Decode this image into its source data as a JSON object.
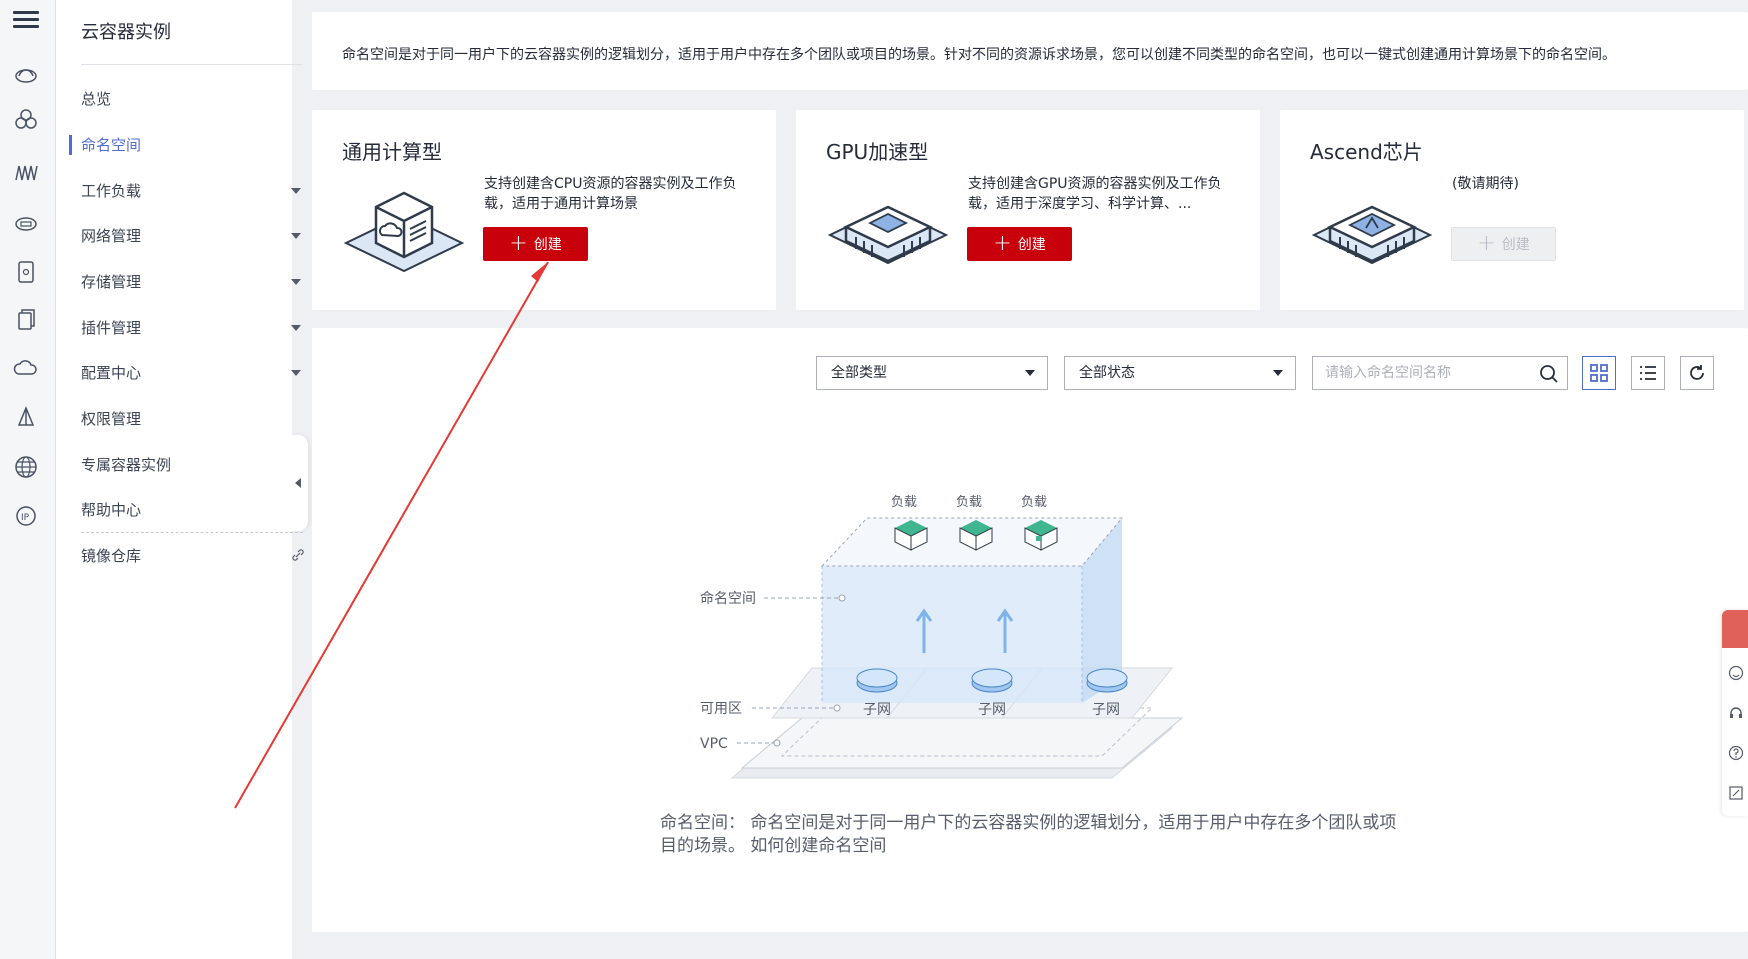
{
  "sidebar": {
    "title": "云容器实例",
    "items": [
      {
        "label": "总览"
      },
      {
        "label": "命名空间"
      },
      {
        "label": "工作负载"
      },
      {
        "label": "网络管理"
      },
      {
        "label": "存储管理"
      },
      {
        "label": "插件管理"
      },
      {
        "label": "配置中心"
      },
      {
        "label": "权限管理"
      },
      {
        "label": "专属容器实例"
      },
      {
        "label": "帮助中心"
      },
      {
        "label": "镜像仓库"
      }
    ],
    "active": "命名空间"
  },
  "banner": {
    "text": "命名空间是对于同一用户下的云容器实例的逻辑划分，适用于用户中存在多个团队或项目的场景。针对不同的资源诉求场景，您可以创建不同类型的命名空间，也可以一键式创建通用计算场景下的命名空间。"
  },
  "cards": [
    {
      "title": "通用计算型",
      "desc": "支持创建含CPU资源的容器实例及工作负载，适用于通用计算场景",
      "button": "创建",
      "enabled": true
    },
    {
      "title": "GPU加速型",
      "desc": "支持创建含GPU资源的容器实例及工作负载，适用于深度学习、科学计算、...",
      "button": "创建",
      "enabled": true
    },
    {
      "title": "Ascend芯片",
      "desc": "(敬请期待)",
      "button": "创建",
      "enabled": false
    }
  ],
  "filters": {
    "type": "全部类型",
    "status": "全部状态",
    "search_placeholder": "请输入命名空间名称"
  },
  "diagram": {
    "workload_label": "负载",
    "namespace_label": "命名空间",
    "az_label": "可用区",
    "vpc_label": "VPC",
    "subnet_label": "子网"
  },
  "intro": {
    "text": "命名空间： 命名空间是对于同一用户下的云容器实例的逻辑划分，适用于用户中存在多个团队或项目的场景。",
    "link": "如何创建命名空间"
  },
  "colors": {
    "brand_red": "#c7000b",
    "active_blue": "#526ecc",
    "annotation_arrow": "#e53935"
  }
}
